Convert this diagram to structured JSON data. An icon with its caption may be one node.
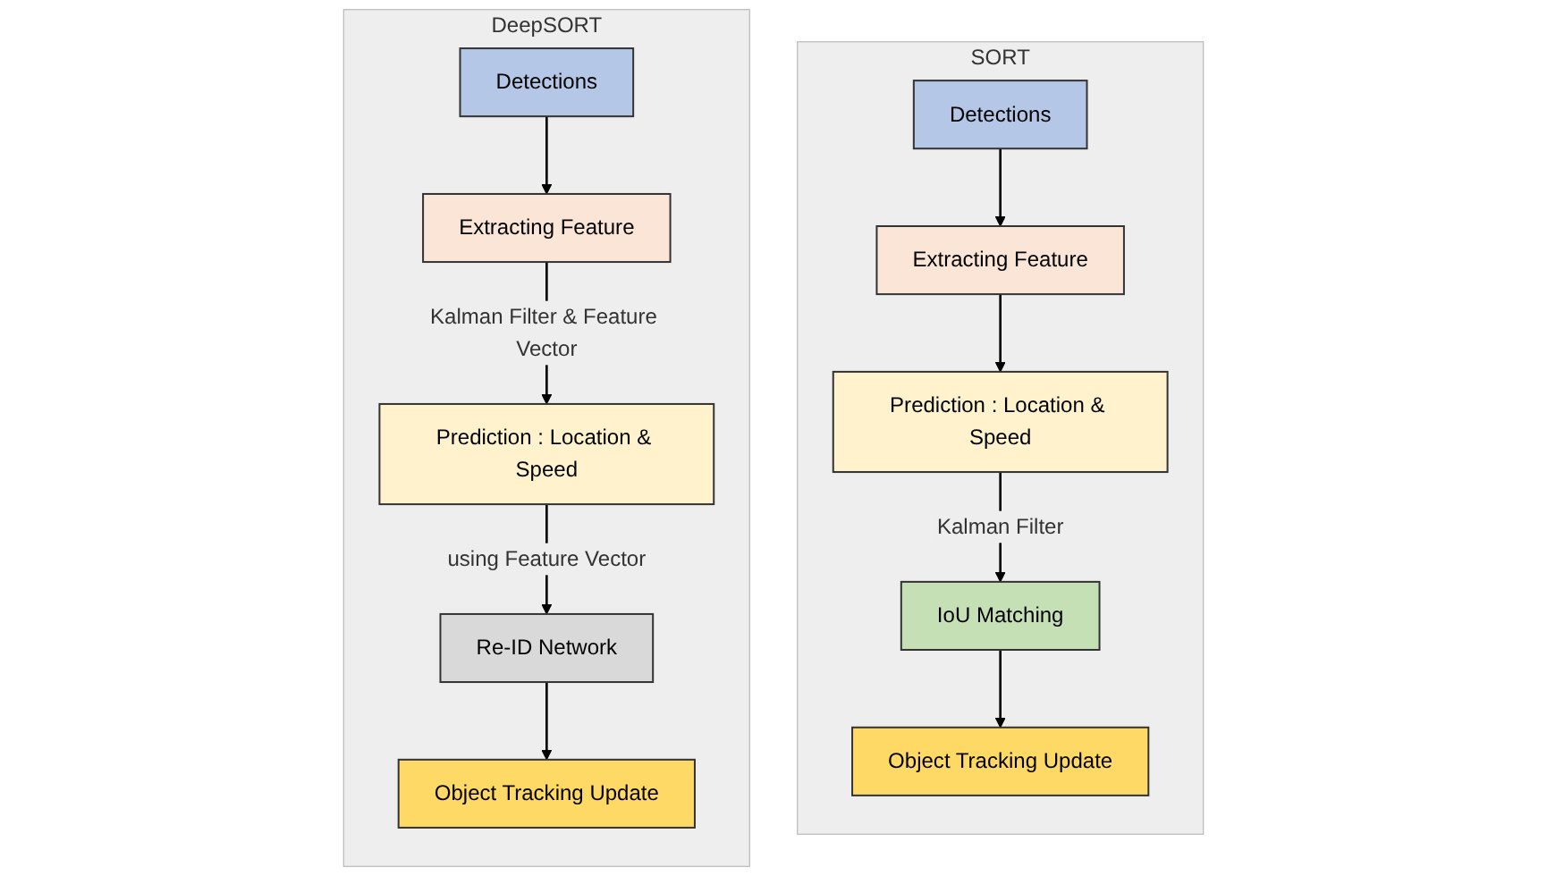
{
  "diagram": {
    "nodes": [
      {
        "text": [
          "SORT"
        ]
      },
      {
        "text": [
          "Detections"
        ],
        "in": 0
      },
      {
        "text": [
          "Extracting Feature"
        ],
        "in": 0
      },
      {
        "text": [
          "Prediction : Location & Speed"
        ],
        "in": 0
      },
      {
        "text": [
          "IoU Matching"
        ],
        "in": 0
      },
      {
        "text": [
          "Object Tracking Update"
        ],
        "in": 0
      },
      {
        "text": [
          "DeepSORT"
        ]
      },
      {
        "text": [
          "Detections"
        ],
        "in": 6
      },
      {
        "text": [
          "Extracting Feature"
        ],
        "in": 6
      },
      {
        "text": [
          "Prediction : Location & Speed"
        ],
        "in": 6
      },
      {
        "text": [
          "Re-ID Network"
        ],
        "in": 6
      },
      {
        "text": [
          "Object Tracking Update"
        ],
        "in": 6
      }
    ],
    "edges": [
      {
        "from": 1,
        "to": 2,
        "arrow": "to"
      },
      {
        "from": 2,
        "to": 3,
        "arrow": "to"
      },
      {
        "from": 3,
        "to": 4,
        "arrow": "to",
        "label": "Kalman Filter"
      },
      {
        "from": 4,
        "to": 5,
        "arrow": "to"
      },
      {
        "from": 7,
        "to": 8,
        "arrow": "to"
      },
      {
        "from": 8,
        "to": 9,
        "arrow": "to",
        "label": "Kalman Filter & Feature Vector"
      },
      {
        "from": 9,
        "to": 10,
        "arrow": "to",
        "label": "using Feature Vector"
      },
      {
        "from": 10,
        "to": 11,
        "arrow": "to"
      }
    ]
  }
}
